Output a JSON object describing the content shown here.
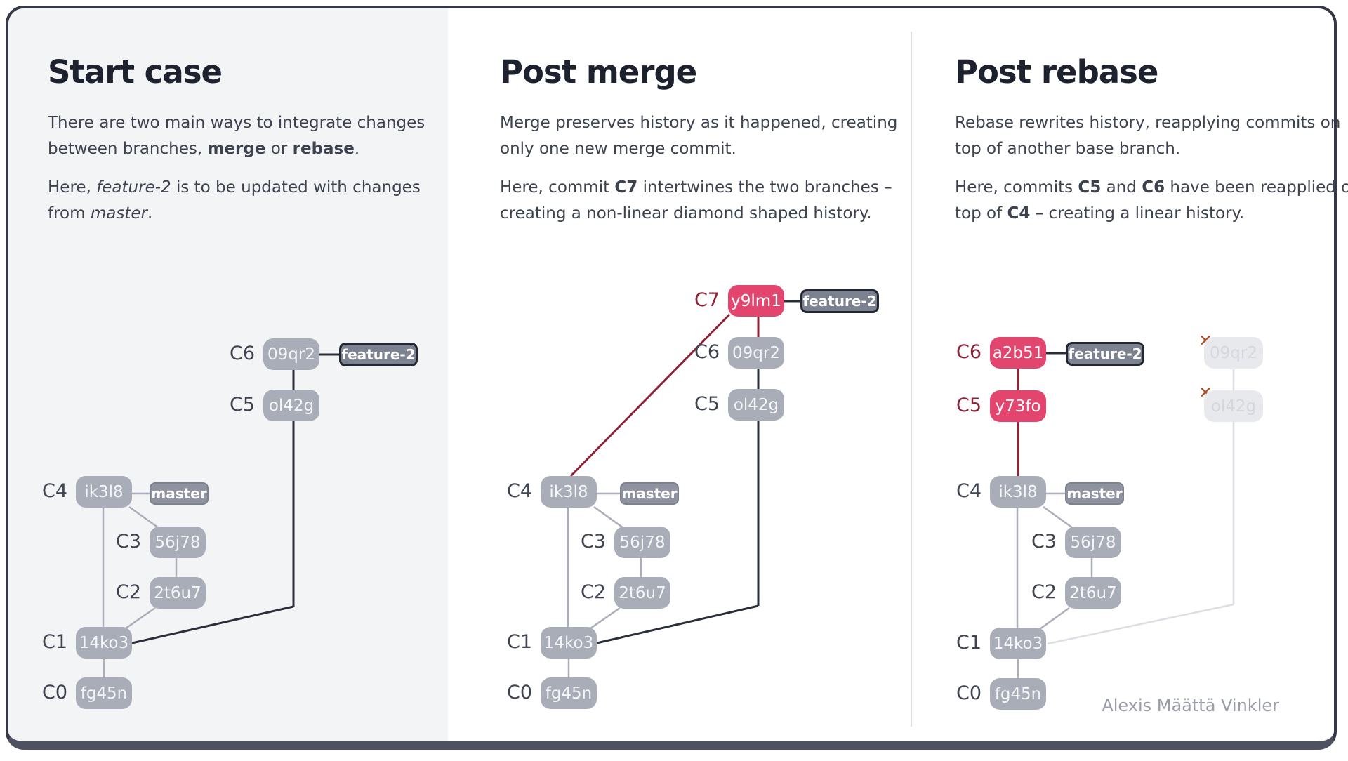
{
  "row_labels": {
    "c0": "C0",
    "c1": "C1",
    "c2": "C2",
    "c3": "C3",
    "c4": "C4",
    "c5": "C5",
    "c6": "C6",
    "c7": "C7"
  },
  "branches": {
    "feature": "feature-2",
    "master": "master"
  },
  "icons": {
    "deleted": "✕"
  },
  "footer": "Alexis Määttä Vinkler",
  "colors": {
    "accent_pink": "#e2456d",
    "accent_maroon": "#8e2236",
    "rust_x": "#b44d22",
    "node_gray": "#a9adb8",
    "faded_node": "#e8e9ed",
    "feature_badge": "#7d8290",
    "master_badge": "#8f93a0",
    "dark_line": "#2a2e3b",
    "gray_line": "#abaeb9",
    "faded_line": "#dcdee3",
    "panel1_bg": "#f3f4f6",
    "card_border": "#343847",
    "bottom_bar": "#4d5160",
    "divider": "#dcdde1",
    "heading_text": "#1e222e",
    "body_text": "#3d424f",
    "footer_text": "#9a9da8"
  },
  "panels": [
    {
      "title": "Start case",
      "paragraphs": [
        [
          {
            "t": "There are two main ways to integrate changes between branches, "
          },
          {
            "t": "merge",
            "s": "b"
          },
          {
            "t": " or "
          },
          {
            "t": "rebase",
            "s": "b"
          },
          {
            "t": "."
          }
        ],
        [
          {
            "t": "Here, "
          },
          {
            "t": "feature-2",
            "s": "i"
          },
          {
            "t": " is to be updated with changes from "
          },
          {
            "t": "master",
            "s": "i"
          },
          {
            "t": "."
          }
        ]
      ],
      "commits": {
        "c0": "fg45n",
        "c1": "14ko3",
        "c2": "2t6u7",
        "c3": "56j78",
        "c4": "ik3l8",
        "c5": "ol42g",
        "c6": "09qr2"
      }
    },
    {
      "title": "Post merge",
      "paragraphs": [
        [
          {
            "t": "Merge preserves history as it happened, creating only one new merge commit."
          }
        ],
        [
          {
            "t": "Here, commit "
          },
          {
            "t": "C7",
            "s": "b"
          },
          {
            "t": " intertwines the two branches – creating a non-linear diamond shaped history."
          }
        ]
      ],
      "commits": {
        "c0": "fg45n",
        "c1": "14ko3",
        "c2": "2t6u7",
        "c3": "56j78",
        "c4": "ik3l8",
        "c5": "ol42g",
        "c6": "09qr2",
        "c7": "y9lm1"
      }
    },
    {
      "title": "Post rebase",
      "paragraphs": [
        [
          {
            "t": "Rebase rewrites history, reapplying commits on top of another base branch."
          }
        ],
        [
          {
            "t": "Here, commits "
          },
          {
            "t": "C5",
            "s": "b"
          },
          {
            "t": " and "
          },
          {
            "t": "C6",
            "s": "b"
          },
          {
            "t": " have been reapplied on top of "
          },
          {
            "t": "C4",
            "s": "b"
          },
          {
            "t": " – creating a linear history."
          }
        ]
      ],
      "commits": {
        "c0": "fg45n",
        "c1": "14ko3",
        "c2": "2t6u7",
        "c3": "56j78",
        "c4": "ik3l8",
        "c5": "y73fo",
        "c6": "a2b51",
        "old_c5": "ol42g",
        "old_c6": "09qr2"
      }
    }
  ]
}
